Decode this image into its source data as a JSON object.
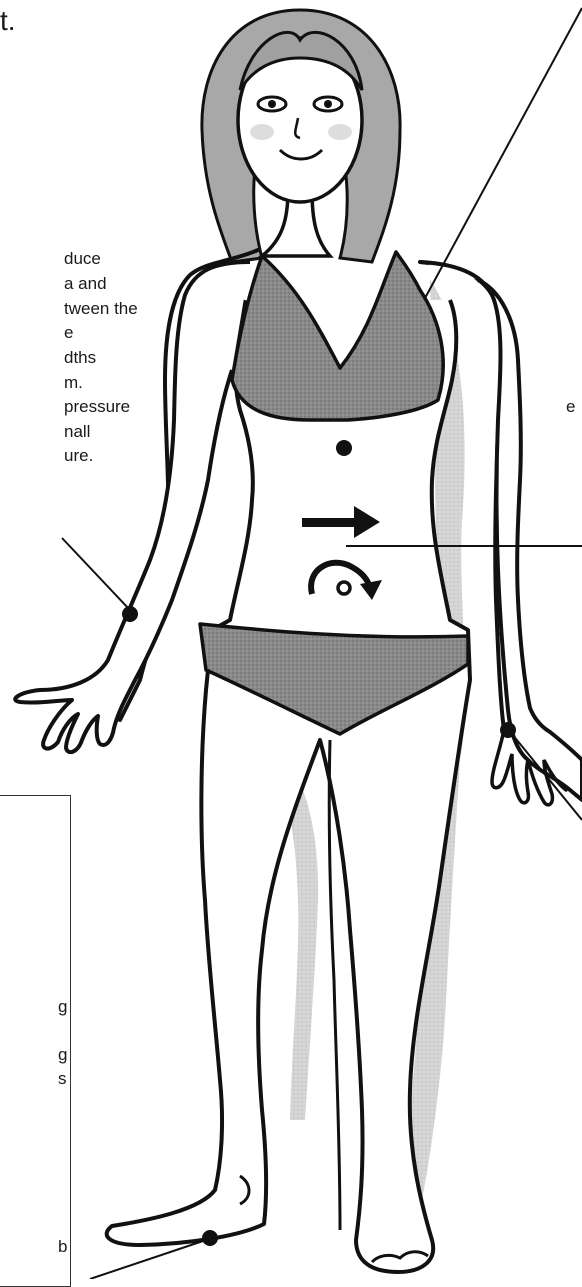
{
  "top_fragment": "t.",
  "left_block_lines": [
    "duce",
    "a and",
    "tween the",
    "e",
    "dths",
    "m.",
    "pressure",
    "nall",
    "ure."
  ],
  "right_fragment": "e",
  "box_fragments": [
    "g",
    "g",
    "s",
    "b"
  ],
  "colors": {
    "line": "#111111",
    "swimsuit": "#7a7a7a",
    "shadow": "#c9c9c9",
    "hair": "#9a9a9a"
  },
  "symbols": [
    "right-arrow-icon",
    "rotate-clockwise-icon"
  ]
}
